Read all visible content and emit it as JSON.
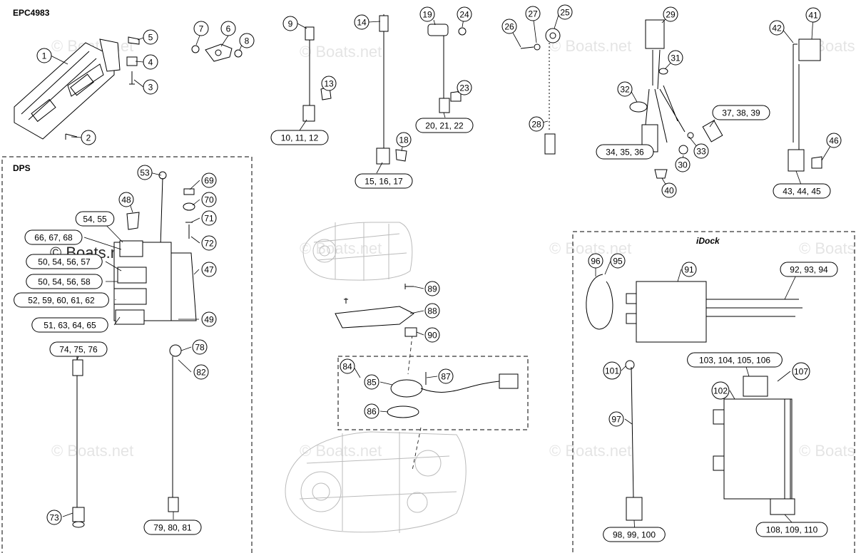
{
  "diagram_code": "EPC4983",
  "sections": {
    "dps": "DPS",
    "idock": "iDock"
  },
  "watermark": "© Boats.net",
  "callouts": [
    {
      "id": "c1",
      "label": "1"
    },
    {
      "id": "c2",
      "label": "2"
    },
    {
      "id": "c3",
      "label": "3"
    },
    {
      "id": "c4",
      "label": "4"
    },
    {
      "id": "c5",
      "label": "5"
    },
    {
      "id": "c6",
      "label": "6"
    },
    {
      "id": "c7",
      "label": "7"
    },
    {
      "id": "c8",
      "label": "8"
    },
    {
      "id": "c9",
      "label": "9"
    },
    {
      "id": "c10",
      "label": "10, 11, 12"
    },
    {
      "id": "c13",
      "label": "13"
    },
    {
      "id": "c14",
      "label": "14"
    },
    {
      "id": "c15",
      "label": "15, 16, 17"
    },
    {
      "id": "c18",
      "label": "18"
    },
    {
      "id": "c19",
      "label": "19"
    },
    {
      "id": "c20",
      "label": "20, 21, 22"
    },
    {
      "id": "c23",
      "label": "23"
    },
    {
      "id": "c24",
      "label": "24"
    },
    {
      "id": "c25",
      "label": "25"
    },
    {
      "id": "c26",
      "label": "26"
    },
    {
      "id": "c27",
      "label": "27"
    },
    {
      "id": "c28",
      "label": "28"
    },
    {
      "id": "c29",
      "label": "29"
    },
    {
      "id": "c30",
      "label": "30"
    },
    {
      "id": "c31",
      "label": "31"
    },
    {
      "id": "c32",
      "label": "32"
    },
    {
      "id": "c33",
      "label": "33"
    },
    {
      "id": "c34",
      "label": "34, 35, 36"
    },
    {
      "id": "c37",
      "label": "37, 38, 39"
    },
    {
      "id": "c40",
      "label": "40"
    },
    {
      "id": "c41",
      "label": "41"
    },
    {
      "id": "c42",
      "label": "42"
    },
    {
      "id": "c43",
      "label": "43, 44, 45"
    },
    {
      "id": "c46",
      "label": "46"
    },
    {
      "id": "c47",
      "label": "47"
    },
    {
      "id": "c48",
      "label": "48"
    },
    {
      "id": "c49",
      "label": "49"
    },
    {
      "id": "c50a",
      "label": "50, 54, 56, 57"
    },
    {
      "id": "c50b",
      "label": "50, 54, 56, 58"
    },
    {
      "id": "c51",
      "label": "51, 63, 64, 65"
    },
    {
      "id": "c52",
      "label": "52, 59, 60, 61, 62"
    },
    {
      "id": "c53",
      "label": "53"
    },
    {
      "id": "c54",
      "label": "54, 55"
    },
    {
      "id": "c66",
      "label": "66, 67, 68"
    },
    {
      "id": "c69",
      "label": "69"
    },
    {
      "id": "c70",
      "label": "70"
    },
    {
      "id": "c71",
      "label": "71"
    },
    {
      "id": "c72",
      "label": "72"
    },
    {
      "id": "c73",
      "label": "73"
    },
    {
      "id": "c74",
      "label": "74, 75, 76"
    },
    {
      "id": "c78",
      "label": "78"
    },
    {
      "id": "c79",
      "label": "79, 80, 81"
    },
    {
      "id": "c82",
      "label": "82"
    },
    {
      "id": "c84",
      "label": "84"
    },
    {
      "id": "c85",
      "label": "85"
    },
    {
      "id": "c86",
      "label": "86"
    },
    {
      "id": "c87",
      "label": "87"
    },
    {
      "id": "c88",
      "label": "88"
    },
    {
      "id": "c89",
      "label": "89"
    },
    {
      "id": "c90",
      "label": "90"
    },
    {
      "id": "c91",
      "label": "91"
    },
    {
      "id": "c92",
      "label": "92, 93, 94"
    },
    {
      "id": "c95",
      "label": "95"
    },
    {
      "id": "c96",
      "label": "96"
    },
    {
      "id": "c97",
      "label": "97"
    },
    {
      "id": "c98",
      "label": "98, 99, 100"
    },
    {
      "id": "c101",
      "label": "101"
    },
    {
      "id": "c102",
      "label": "102"
    },
    {
      "id": "c103",
      "label": "103, 104, 105, 106"
    },
    {
      "id": "c107",
      "label": "107"
    },
    {
      "id": "c108",
      "label": "108, 109, 110"
    }
  ]
}
